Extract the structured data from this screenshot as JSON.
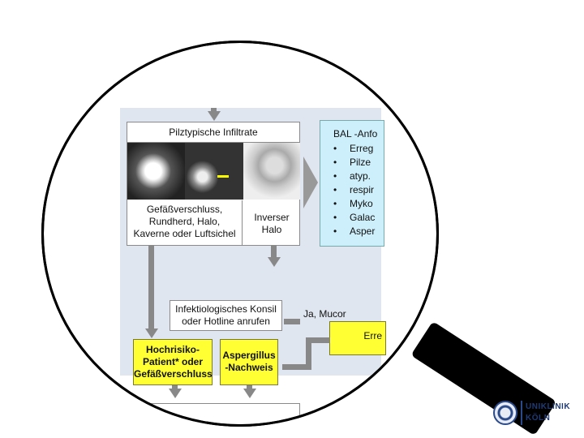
{
  "flowchart": {
    "infiltrate_title": "Pilztypische Infiltrate",
    "infiltrate_left_text": "Gefäßverschluss, Rundherd, Halo, Kaverne oder Luftsichel",
    "infiltrate_right_text": "Inverser Halo",
    "bal_heading": "BAL -Anfo",
    "bal_items": [
      "Erreg",
      "Pilze",
      "atyp.",
      "respir",
      "Myko",
      "Galac",
      "Asper"
    ],
    "konsil_text": "Infektiologisches Konsil oder Hotline anrufen",
    "ja_mucor_label": "Ja, Mucor",
    "erre_text": "Erre",
    "hochrisiko_text": "Hochrisiko-Patient* oder Gefäßverschluss",
    "aspergillus_text": "Aspergillus -Nachweis"
  },
  "logo": {
    "line1": "UNIKLINIK",
    "line2": "KÖLN"
  },
  "colors": {
    "panel_bg": "#dfe6ef",
    "yellow_box": "#ffff33",
    "blue_box": "#cdeffb",
    "arrow_gray": "#888888",
    "handle": "#000000"
  }
}
